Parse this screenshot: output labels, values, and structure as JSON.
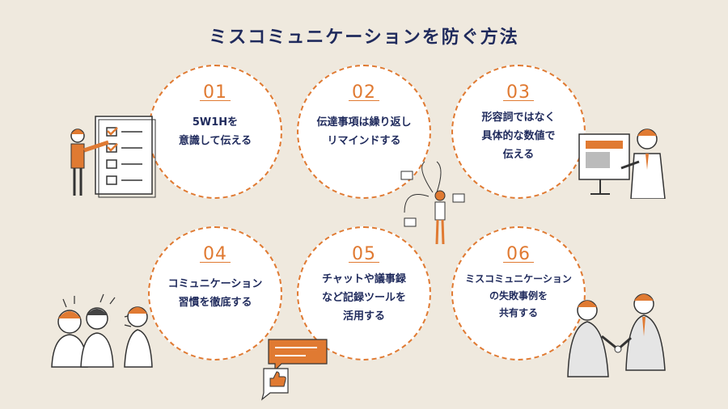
{
  "title": "ミスコミュニケーションを防ぐ方法",
  "items": [
    {
      "number": "01",
      "line1": "5W1Hを",
      "line2": "意識して伝える",
      "line3": ""
    },
    {
      "number": "02",
      "line1": "伝達事項は繰り返し",
      "line2": "リマインドする",
      "line3": ""
    },
    {
      "number": "03",
      "line1": "形容詞ではなく",
      "line2": "具体的な数値で",
      "line3": "伝える"
    },
    {
      "number": "04",
      "line1": "コミュニケーション",
      "line2": "習慣を徹底する",
      "line3": ""
    },
    {
      "number": "05",
      "line1": "チャットや議事録",
      "line2": "など記録ツールを",
      "line3": "活用する"
    },
    {
      "number": "06",
      "line1": "ミスコミュニケーション",
      "line2": "の失敗事例を",
      "line3": "共有する"
    }
  ],
  "colors": {
    "accent": "#e07a32",
    "navy": "#1f2a5c",
    "background": "#efe9de"
  },
  "illustrations": [
    "checklist-person",
    "mail-juggler",
    "presenter-board",
    "chatting-group",
    "chat-thumbsup",
    "handshake-pair"
  ]
}
